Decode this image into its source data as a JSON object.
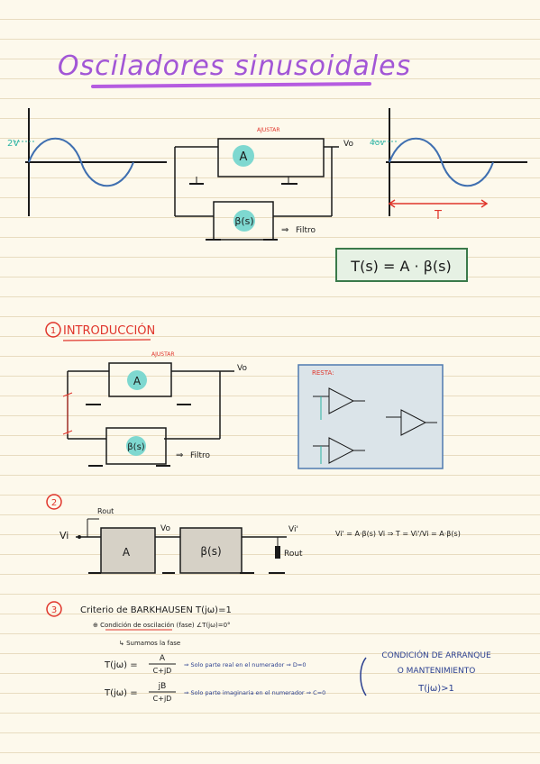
{
  "title": "Osciladores sinusoidales",
  "colors": {
    "title": "#a256d6",
    "title_underline": "#b55ce0",
    "ink": "#1a1a1a",
    "sine": "#3f6fb0",
    "accent_red": "#e0352b",
    "accent_teal": "#2bb3a3",
    "block_fill": "#f6f0dd",
    "block_shaded": "#d6d1c6",
    "formula_box": "#3a7a4a",
    "formula_box_fill": "#e6f1e4",
    "note_box_border": "#4f7ab0",
    "note_box_fill": "#dbe4e9",
    "note_blue": "#2a3f8f"
  },
  "top": {
    "left_wave_label": "2V",
    "right_wave_label": "4ov",
    "period_label": "T",
    "block_a": "A",
    "block_beta": "β(s)",
    "output_label": "Vo",
    "ajustar_label": "AJUSTAR",
    "filtro_label": "Filtro",
    "formula": "T(s) = A · β(s)"
  },
  "section1": {
    "number": "1",
    "heading": "INTRODUCCIÓN",
    "block_a": "A",
    "block_beta": "β(s)",
    "output_label": "Vo",
    "ajustar_label": "AJUSTAR",
    "filtro_label": "Filtro",
    "note_title": "RESTA:"
  },
  "section2": {
    "number": "2",
    "vi_label": "Vi",
    "rout_label": "Rout",
    "block_a": "A",
    "vo_label": "Vo",
    "block_beta": "β(s)",
    "vo_prime_label": "Vi'",
    "rout_right_label": "Rout",
    "equation": "Vi' = A·β(s) Vi  ⇒  T = Vi'/Vi = A·β(s)"
  },
  "section3": {
    "number": "3",
    "line1": "Criterio de BARKHAUSEN   T(jω)=1",
    "line2": "⊕ Condición de oscilación (fase)  ∠T(jω)=0°",
    "line3": "↳ Sumamos la fase",
    "eq1_lhs": "T(jω) =",
    "eq1_num": "A",
    "eq1_den": "C+jD",
    "eq1_note": "⇒ Solo parte real en el numerador ⇒ D=0",
    "eq2_lhs": "T(jω) =",
    "eq2_num": "jB",
    "eq2_den": "C+jD",
    "eq2_note": "⇒ Solo parte imaginaria en el numerador ⇒ C=0",
    "side_line1": "CONDICIÓN DE ARRANQUE",
    "side_line2": "O MANTENIMIENTO",
    "side_line3": "T(jω)>1"
  }
}
